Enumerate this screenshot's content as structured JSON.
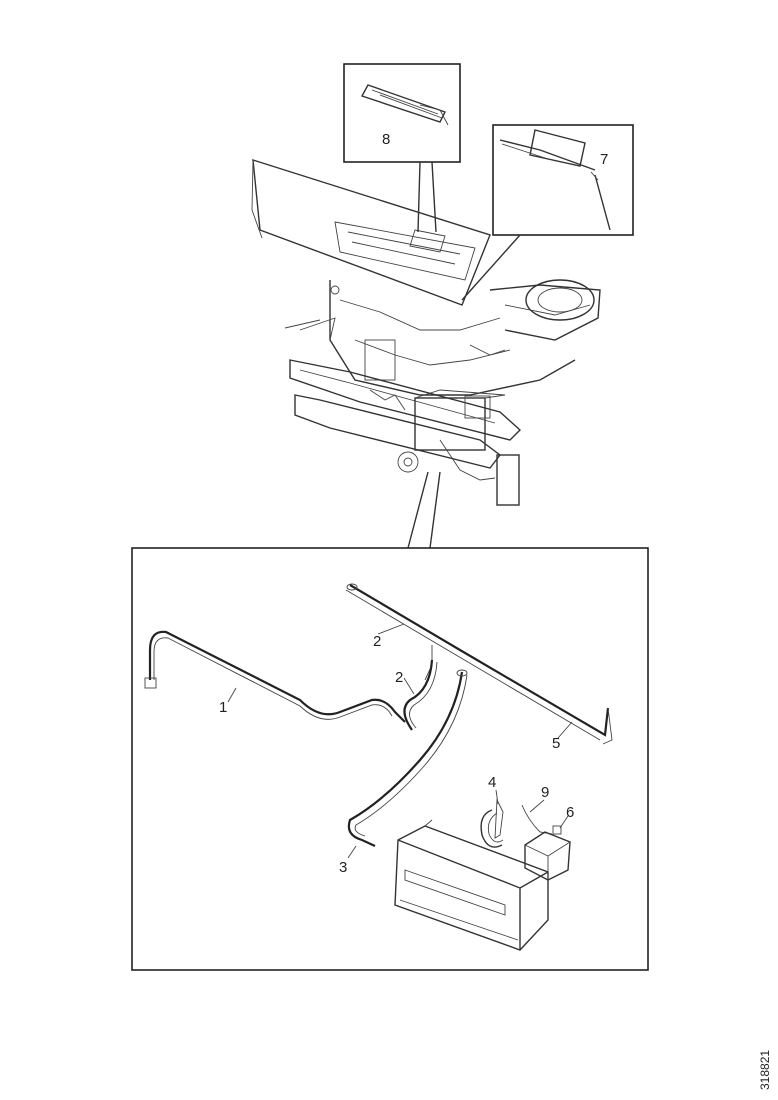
{
  "diagram": {
    "figure_id": "318821",
    "callouts": {
      "detail_top_left": "8",
      "detail_top_right": "7",
      "hose_left": "1",
      "hose_top_mid": "2",
      "hose_mid": "2",
      "hose_right": "5",
      "hose_bottom": "3",
      "clamp": "4",
      "wire": "9",
      "connector": "6"
    }
  }
}
